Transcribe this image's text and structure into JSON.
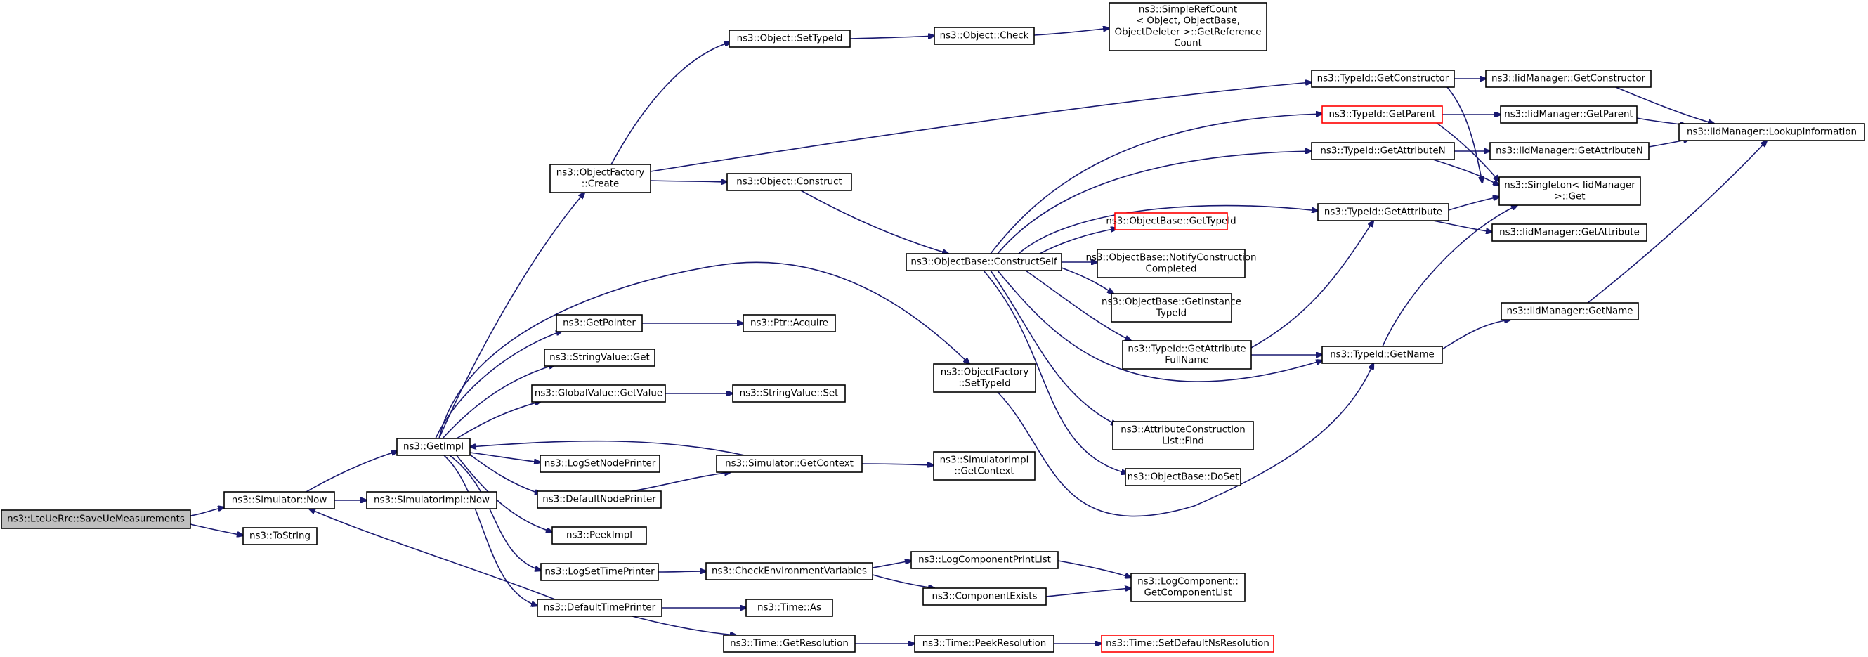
{
  "colors": {
    "edge": "#191970",
    "node_border": "#000000",
    "node_fill": "#ffffff",
    "root_fill": "#bfbfbf",
    "truncated_border": "#ff0000"
  },
  "nodes": {
    "save_ue_measurements": [
      "ns3::LteUeRrc::SaveUeMeasurements"
    ],
    "simulator_now": [
      "ns3::Simulator::Now"
    ],
    "to_string": [
      "ns3::ToString"
    ],
    "get_impl": [
      "ns3::GetImpl"
    ],
    "simulator_impl_now": [
      "ns3::SimulatorImpl::Now"
    ],
    "object_factory_create": [
      "ns3::ObjectFactory",
      "::Create"
    ],
    "get_pointer": [
      "ns3::GetPointer"
    ],
    "string_value_get": [
      "ns3::StringValue::Get"
    ],
    "global_value_get_value": [
      "ns3::GlobalValue::GetValue"
    ],
    "log_set_node_printer": [
      "ns3::LogSetNodePrinter"
    ],
    "default_node_printer": [
      "ns3::DefaultNodePrinter"
    ],
    "peek_impl": [
      "ns3::PeekImpl"
    ],
    "log_set_time_printer": [
      "ns3::LogSetTimePrinter"
    ],
    "default_time_printer": [
      "ns3::DefaultTimePrinter"
    ],
    "object_set_type_id": [
      "ns3::Object::SetTypeId"
    ],
    "object_construct": [
      "ns3::Object::Construct"
    ],
    "ptr_acquire": [
      "ns3::Ptr::Acquire"
    ],
    "string_value_set": [
      "ns3::StringValue::Set"
    ],
    "simulator_get_context": [
      "ns3::Simulator::GetContext"
    ],
    "check_environment_variables": [
      "ns3::CheckEnvironmentVariables"
    ],
    "time_as": [
      "ns3::Time::As"
    ],
    "time_get_resolution": [
      "ns3::Time::GetResolution"
    ],
    "object_check": [
      "ns3::Object::Check"
    ],
    "object_base_construct_self": [
      "ns3::ObjectBase::ConstructSelf"
    ],
    "object_factory_set_type_id": [
      "ns3::ObjectFactory",
      "::SetTypeId"
    ],
    "simulator_impl_get_context": [
      "ns3::SimulatorImpl",
      "::GetContext"
    ],
    "log_component_print_list": [
      "ns3::LogComponentPrintList"
    ],
    "component_exists": [
      "ns3::ComponentExists"
    ],
    "time_peek_resolution": [
      "ns3::Time::PeekResolution"
    ],
    "simple_ref_count_get_reference_count": [
      "ns3::SimpleRefCount",
      "< Object, ObjectBase,",
      " ObjectDeleter >::GetReference",
      "Count"
    ],
    "object_base_get_type_id": [
      "ns3::ObjectBase::GetTypeId"
    ],
    "object_base_notify_construction_completed": [
      "ns3::ObjectBase::NotifyConstruction",
      "Completed"
    ],
    "object_base_get_instance_type_id": [
      "ns3::ObjectBase::GetInstance",
      "TypeId"
    ],
    "type_id_get_attribute_full_name": [
      "ns3::TypeId::GetAttribute",
      "FullName"
    ],
    "attribute_construction_list_find": [
      "ns3::AttributeConstruction",
      "List::Find"
    ],
    "object_base_do_set": [
      "ns3::ObjectBase::DoSet"
    ],
    "log_component_get_component_list": [
      "ns3::LogComponent::",
      "GetComponentList"
    ],
    "time_set_default_ns_resolution": [
      "ns3::Time::SetDefaultNsResolution"
    ],
    "type_id_get_constructor": [
      "ns3::TypeId::GetConstructor"
    ],
    "type_id_get_parent": [
      "ns3::TypeId::GetParent"
    ],
    "type_id_get_attribute_n": [
      "ns3::TypeId::GetAttributeN"
    ],
    "type_id_get_attribute": [
      "ns3::TypeId::GetAttribute"
    ],
    "type_id_get_name": [
      "ns3::TypeId::GetName"
    ],
    "iid_manager_get_constructor": [
      "ns3::IidManager::GetConstructor"
    ],
    "iid_manager_get_parent": [
      "ns3::IidManager::GetParent"
    ],
    "iid_manager_get_attribute_n": [
      "ns3::IidManager::GetAttributeN"
    ],
    "singleton_iid_manager_get": [
      "ns3::Singleton< IidManager",
      " >::Get"
    ],
    "iid_manager_get_attribute": [
      "ns3::IidManager::GetAttribute"
    ],
    "iid_manager_get_name": [
      "ns3::IidManager::GetName"
    ],
    "iid_manager_lookup_information": [
      "ns3::IidManager::LookupInformation"
    ]
  }
}
